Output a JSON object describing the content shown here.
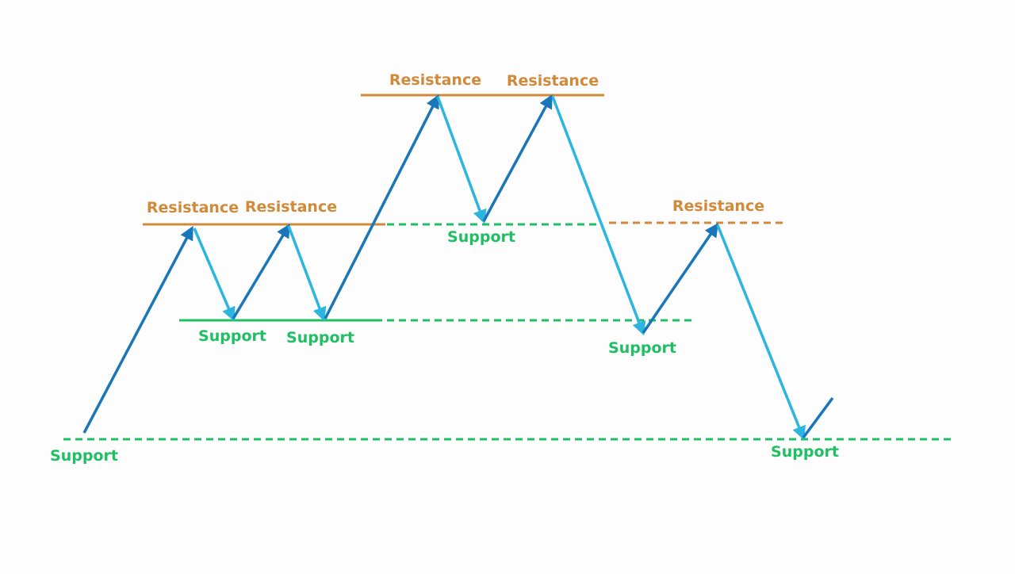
{
  "diagram": {
    "colors": {
      "background": "#fdfdfd",
      "resistance": "#d08a3a",
      "support": "#1fbf63",
      "arrow_up": "#1976b8",
      "arrow_down": "#2bb6e0"
    },
    "labels": {
      "resistance": "Resistance",
      "support": "Support"
    },
    "labels_list": [
      "Resistance",
      "Resistance",
      "Resistance",
      "Resistance",
      "Resistance",
      "Support",
      "Support",
      "Support",
      "Support",
      "Support",
      "Support"
    ]
  }
}
